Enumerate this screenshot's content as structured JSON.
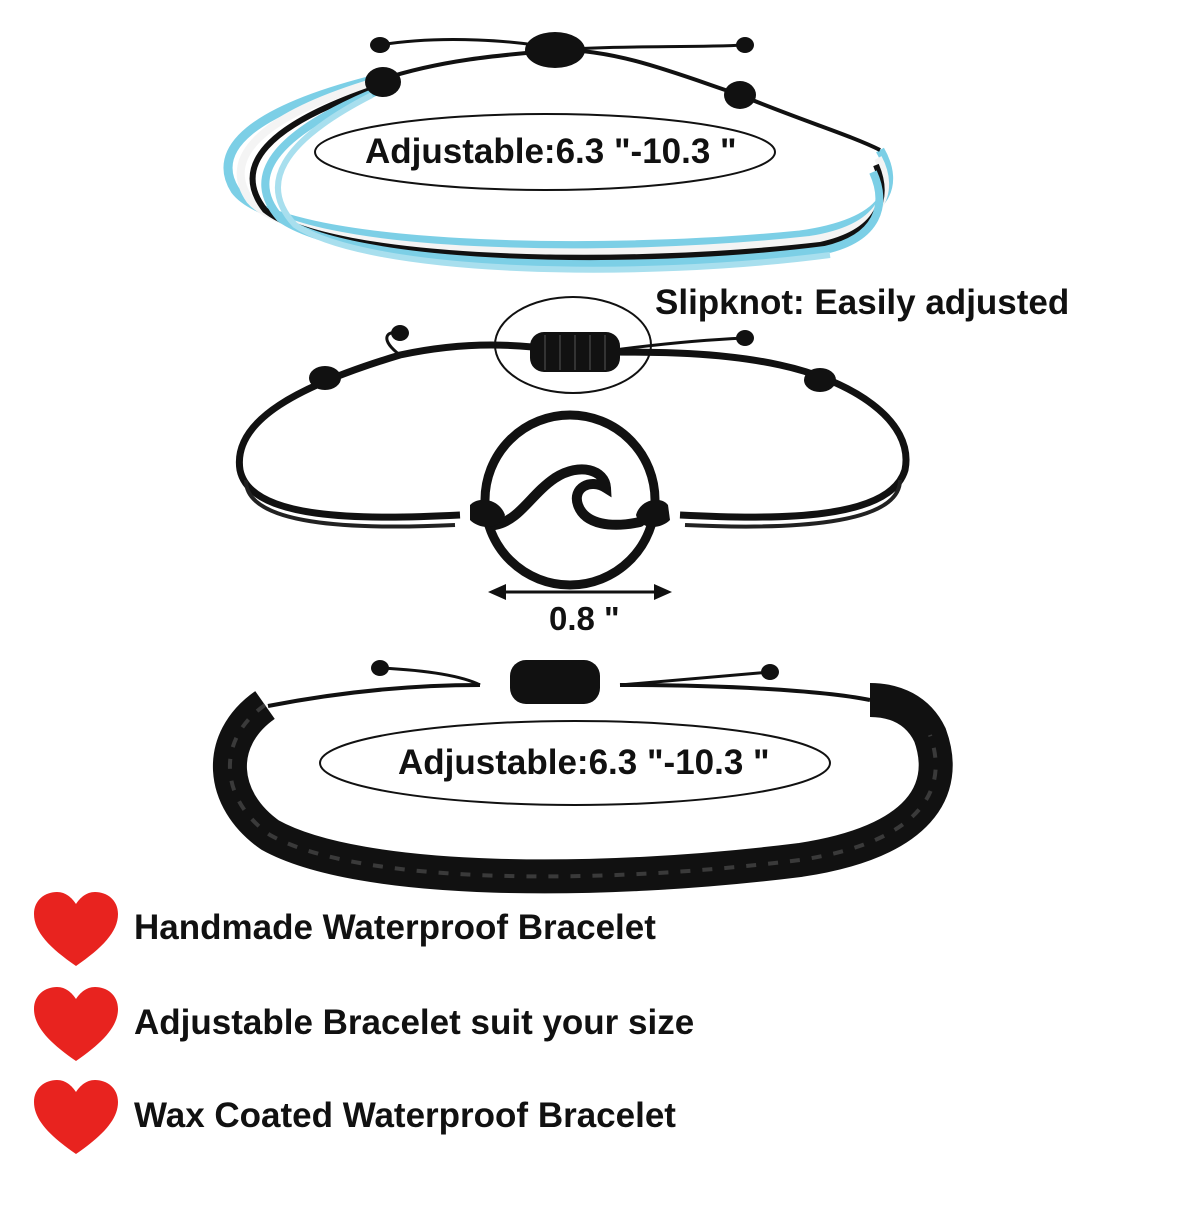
{
  "annotations": {
    "adjustable_top": "Adjustable:6.3 \"-10.3 \"",
    "slipknot": "Slipknot: Easily adjusted",
    "charm_size": "0.8 \"",
    "adjustable_bottom": "Adjustable:6.3 \"-10.3 \""
  },
  "features": [
    {
      "icon": "heart-icon",
      "text": "Handmade Waterproof Bracelet"
    },
    {
      "icon": "heart-icon",
      "text": "Adjustable Bracelet suit your size"
    },
    {
      "icon": "heart-icon",
      "text": "Wax Coated Waterproof Bracelet"
    }
  ],
  "colors": {
    "cord_black": "#111111",
    "cord_blue": "#7ccfe6",
    "cord_white": "#f4f4f4",
    "heart_red": "#e8231f",
    "text": "#111111"
  }
}
